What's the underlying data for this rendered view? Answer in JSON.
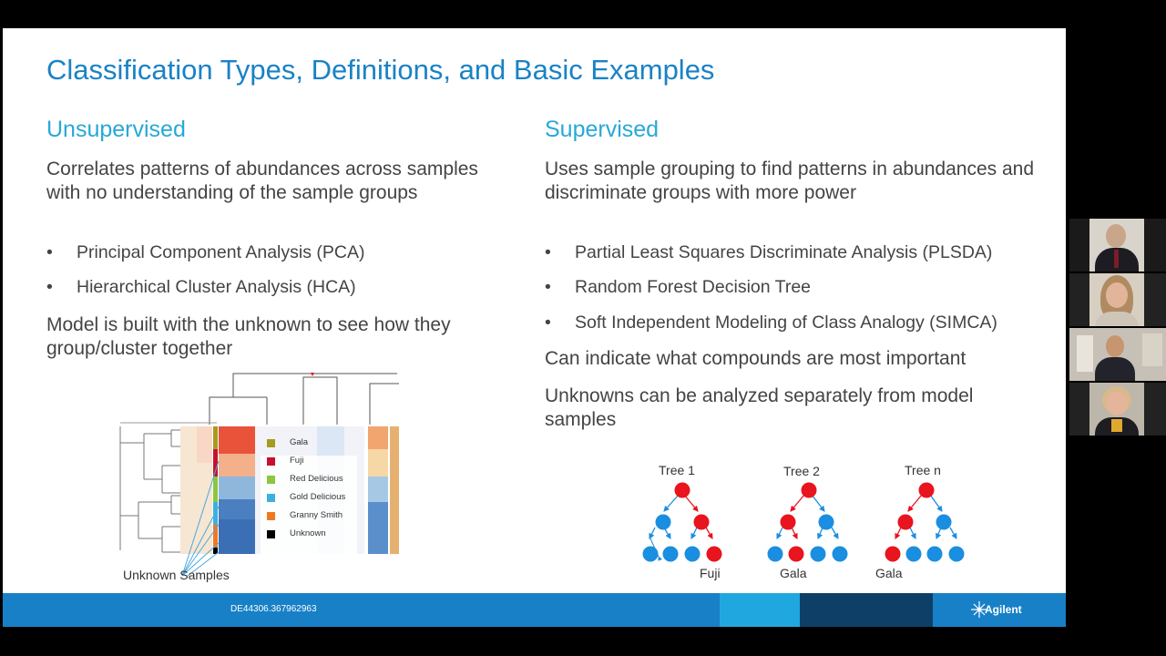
{
  "slide": {
    "title": "Classification Types, Definitions, and Basic Examples",
    "left": {
      "heading": "Unsupervised",
      "desc": "Correlates patterns of abundances across samples with no understanding of the sample groups",
      "bullets": [
        "Principal Component Analysis (PCA)",
        "Hierarchical Cluster Analysis (HCA)"
      ],
      "note": "Model is built with the unknown to see how they group/cluster together",
      "figure": {
        "legend": [
          "Gala",
          "Fuji",
          "Red Delicious",
          "Gold Delicious",
          "Granny Smith",
          "Unknown"
        ],
        "legend_colors": [
          "#a89a1e",
          "#c8102e",
          "#8cc63f",
          "#3cb0e0",
          "#f07820",
          "#000000"
        ],
        "caption": "Unknown Samples"
      }
    },
    "right": {
      "heading": "Supervised",
      "desc": "Uses sample grouping to find patterns in abundances and discriminate groups with more power",
      "bullets": [
        "Partial Least Squares Discriminate Analysis (PLSDA)",
        "Random Forest Decision Tree",
        "Soft Independent Modeling of Class Analogy (SIMCA)"
      ],
      "point1": "Can indicate what compounds are most important",
      "point2": "Unknowns can be analyzed separately from model samples",
      "trees": [
        {
          "label": "Tree 1",
          "result": "Fuji"
        },
        {
          "label": "Tree 2",
          "result": "Gala"
        },
        {
          "label": "Tree n",
          "result": "Gala"
        }
      ],
      "node_colors": {
        "red": "#e8141e",
        "blue": "#1a8ee0"
      }
    },
    "footer": {
      "id": "DE44306.367962963",
      "brand": "Agilent"
    }
  },
  "participants": [
    "participant-1",
    "participant-2",
    "participant-3",
    "participant-4"
  ]
}
